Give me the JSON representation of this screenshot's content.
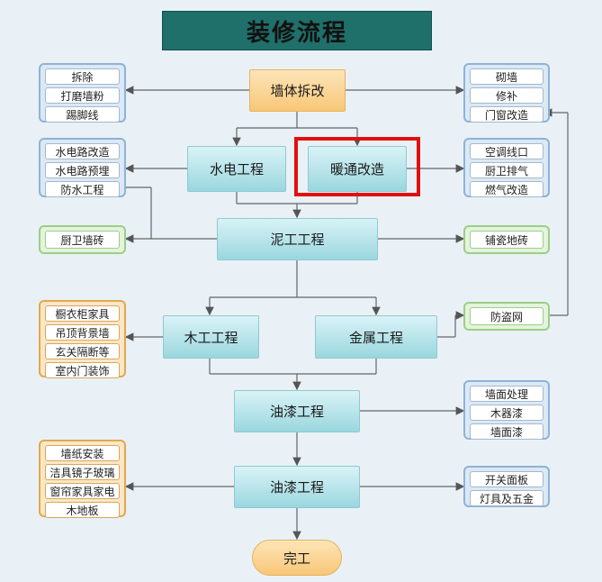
{
  "title": "装修流程",
  "steps": {
    "demolition": "墙体拆改",
    "plumbing_electrical": "水电工程",
    "hvac": "暖通改造",
    "masonry": "泥工工程",
    "carpentry": "木工工程",
    "metalwork": "金属工程",
    "painting_1": "油漆工程",
    "painting_2": "油漆工程",
    "finish": "完工"
  },
  "groups": {
    "demolition_left": [
      "拆除",
      "打磨墙粉",
      "踢脚线"
    ],
    "demolition_right": [
      "砌墙",
      "修补",
      "门窗改造"
    ],
    "plumbing_left": [
      "水电路改造",
      "水电路预埋",
      "防水工程"
    ],
    "hvac_right": [
      "空调线口",
      "厨卫排气",
      "燃气改造"
    ],
    "masonry_left": [
      "厨卫墙砖"
    ],
    "masonry_right": [
      "铺瓷地砖"
    ],
    "carpentry_left": [
      "橱衣柜家具",
      "吊顶背景墙",
      "玄关隔断等",
      "室内门装饰"
    ],
    "metal_right": [
      "防盗网"
    ],
    "painting1_right": [
      "墙面处理",
      "木器漆",
      "墙面漆"
    ],
    "painting2_left": [
      "墙纸安装",
      "洁具镜子玻璃",
      "窗帘家具家电",
      "木地板"
    ],
    "painting2_right": [
      "开关面板",
      "灯具及五金"
    ]
  },
  "colors": {
    "title_bg": "#1f6f6a",
    "highlight": "#e01010",
    "process": "#bfe6eb",
    "start_end": "#f8c778"
  }
}
